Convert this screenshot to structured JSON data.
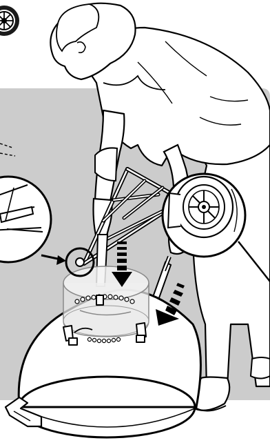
{
  "figure": {
    "kind": "assembly-illustration",
    "background_color": "#ffffff",
    "panel_color": "#cccccc",
    "line_color": "#000000",
    "fill_color": "#ffffff",
    "arrow_color": "#000000",
    "elements": [
      "person-bending",
      "wheel-icon-badge",
      "grill-bowl",
      "leg-frame",
      "wheel-detail-callout",
      "leg-end-detail-callout",
      "insert-arrows"
    ]
  }
}
